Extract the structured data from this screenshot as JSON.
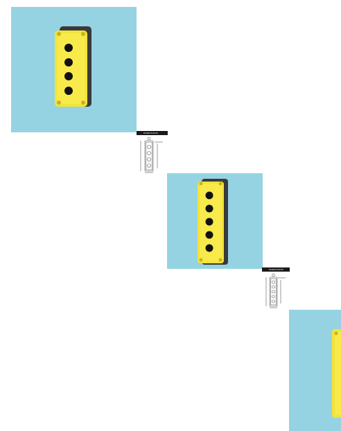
{
  "products": [
    {
      "name": "4-hole-control-box",
      "holes": 4,
      "dimensions_label": "DIMENSIONS"
    },
    {
      "name": "5-hole-control-box",
      "holes": 5,
      "dimensions_label": "DIMENSIONS"
    },
    {
      "name": "control-box-partial"
    }
  ],
  "colors": {
    "photo_background": "#95d3e3",
    "enclosure_body": "#f2e33a",
    "enclosure_base": "#3a3a3a",
    "hole": "#111111",
    "header_bar": "#1a1a1a"
  }
}
